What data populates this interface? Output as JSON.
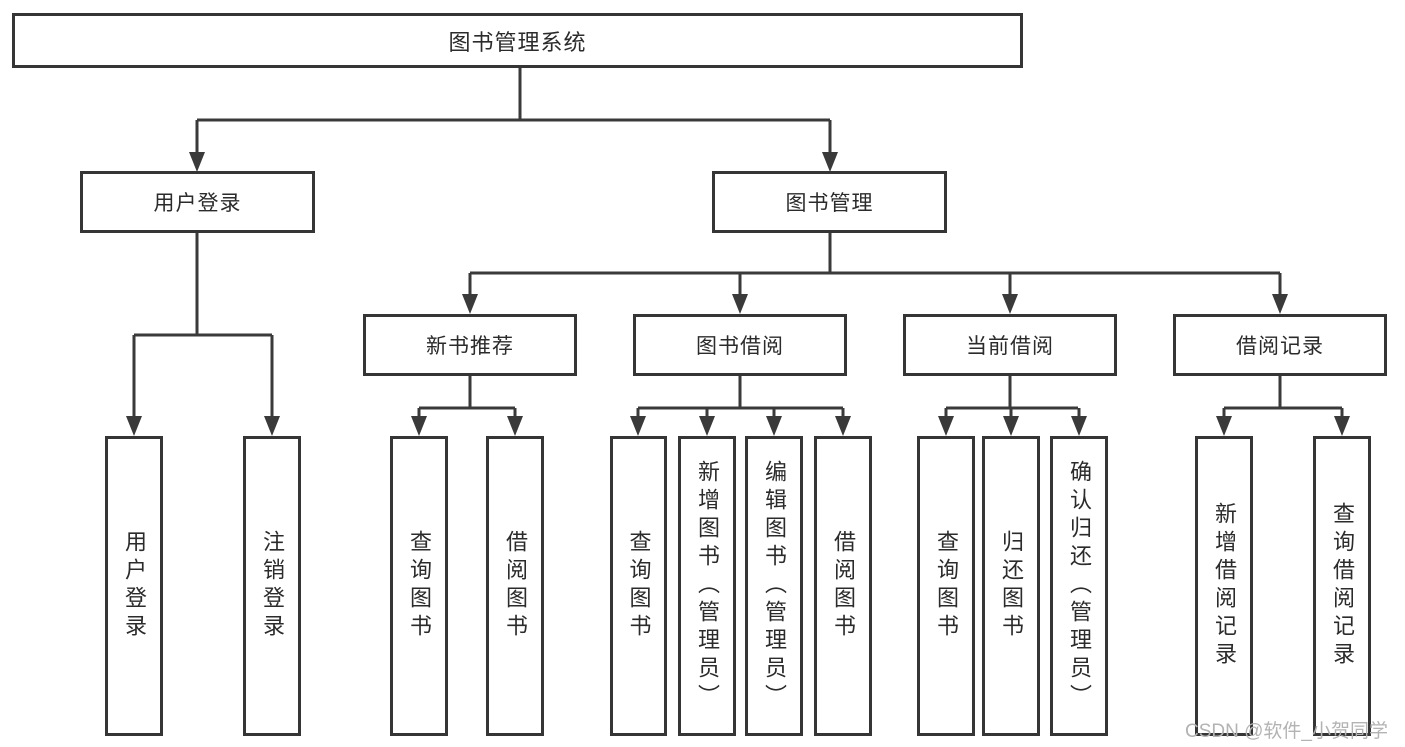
{
  "diagram": {
    "type": "hierarchy-tree",
    "title": "图书管理系统",
    "root": {
      "label": "图书管理系统"
    },
    "level2": [
      {
        "label": "用户登录"
      },
      {
        "label": "图书管理"
      }
    ],
    "user_login_leaves": [
      {
        "label": "用户登录"
      },
      {
        "label": "注销登录"
      }
    ],
    "book_management_children": [
      {
        "label": "新书推荐"
      },
      {
        "label": "图书借阅"
      },
      {
        "label": "当前借阅"
      },
      {
        "label": "借阅记录"
      }
    ],
    "new_book_recommend_leaves": [
      {
        "label": "查询图书"
      },
      {
        "label": "借阅图书"
      }
    ],
    "book_borrow_leaves": [
      {
        "label": "查询图书"
      },
      {
        "label": "新增图书（管理员）"
      },
      {
        "label": "编辑图书（管理员）"
      },
      {
        "label": "借阅图书"
      }
    ],
    "current_borrow_leaves": [
      {
        "label": "查询图书"
      },
      {
        "label": "归还图书"
      },
      {
        "label": "确认归还（管理员）"
      }
    ],
    "borrow_record_leaves": [
      {
        "label": "新增借阅记录"
      },
      {
        "label": "查询借阅记录"
      }
    ]
  },
  "watermark": {
    "text": "CSDN @软件_小贺同学"
  },
  "colors": {
    "line": "#3a3a3a",
    "border": "#353535",
    "text": "#2b2b2b",
    "watermark": "#b3b3b3",
    "background": "#ffffff"
  }
}
